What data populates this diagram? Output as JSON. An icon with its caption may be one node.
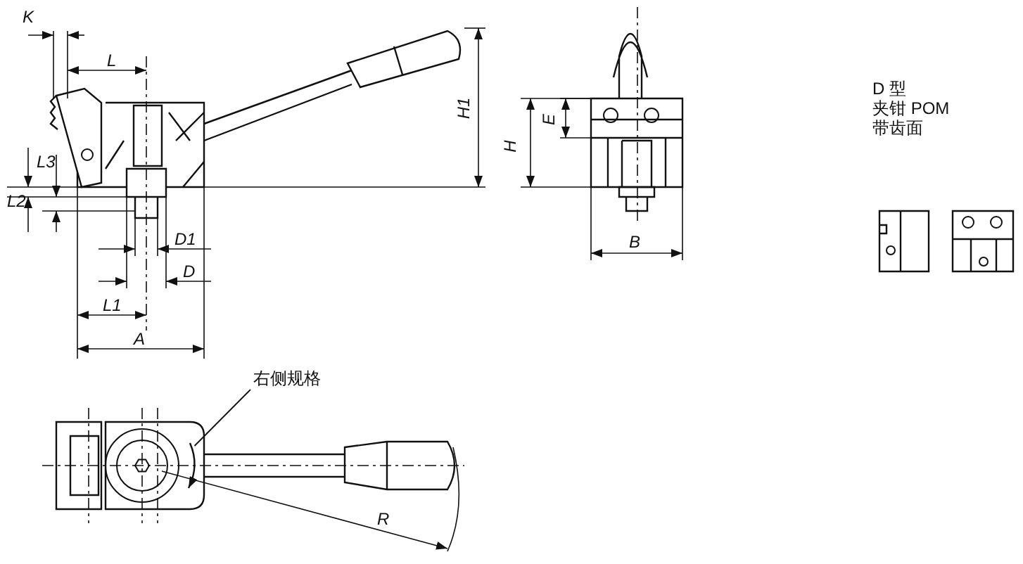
{
  "diagram": {
    "nodes": [
      {
        "text": [
          "右侧规格"
        ]
      },
      {
        "text": [],
        "shape": "arrow"
      }
    ],
    "edges": [
      {
        "from": 0,
        "to": 1,
        "arrow": "none"
      }
    ],
    "labels": [
      "K",
      "L",
      "L3",
      "L2",
      "D1",
      "D",
      "L1",
      "A",
      "H1",
      "E",
      "H",
      "B",
      "D 型",
      "夹钳 POM",
      "带齿面",
      "R"
    ]
  }
}
